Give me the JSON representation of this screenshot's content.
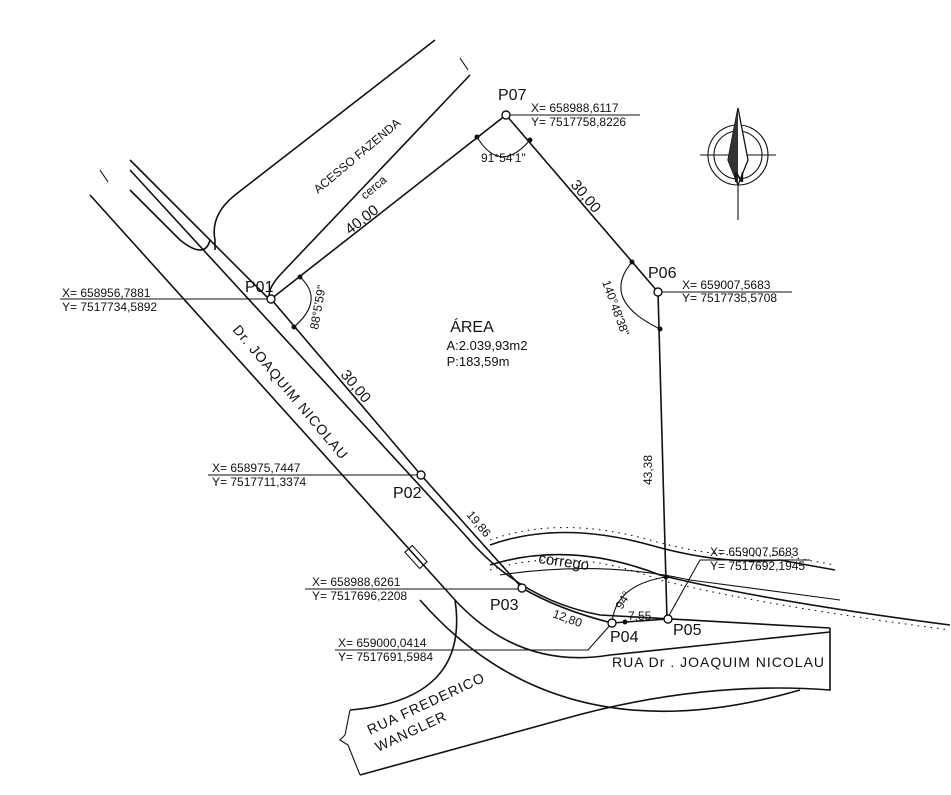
{
  "area": {
    "title": "ÁREA",
    "area": "A:2.039,93m2",
    "perimeter": "P:183,59m"
  },
  "points": [
    {
      "id": "P01",
      "x": "X= 658956,7881",
      "y": "Y= 7517734,5892"
    },
    {
      "id": "P02",
      "x": "X= 658975,7447",
      "y": "Y= 7517711,3374"
    },
    {
      "id": "P03",
      "x": "X= 658988,6261",
      "y": "Y= 7517696,2208"
    },
    {
      "id": "P04",
      "x": "X= 659000,0414",
      "y": "Y= 7517691,5984"
    },
    {
      "id": "P05",
      "x": "X= 659007,5683",
      "y": "Y= 7517692,1945"
    },
    {
      "id": "P06",
      "x": "X= 659007,5683",
      "y": "Y= 7517735,5708"
    },
    {
      "id": "P07",
      "x": "X= 658988,6117",
      "y": "Y= 7517758,8226"
    }
  ],
  "distances": {
    "p01_p07": "40,00",
    "p07_p06": "30,00",
    "p01_p02": "30,00",
    "p06_p05": "43,38",
    "p02_p03": "19,86",
    "p03_p04": "12,80",
    "p04_p05": "7,55"
  },
  "angles": {
    "p07": "91°54'1\"",
    "p01": "88°5'59\"",
    "p06": "140°48'38\"",
    "p05": "94°"
  },
  "labels": {
    "acesso": "ACESSO FAZENDA",
    "cerca": "cerca",
    "corrego": "córrego",
    "rua_joaquim_diag": "Dr. JOAQUIM NICOLAU",
    "rua_joaquim": "RUA Dr . JOAQUIM NICOLAU",
    "rua_frederico_1": "RUA FREDERICO",
    "rua_frederico_2": "WANGLER",
    "north": "N"
  }
}
